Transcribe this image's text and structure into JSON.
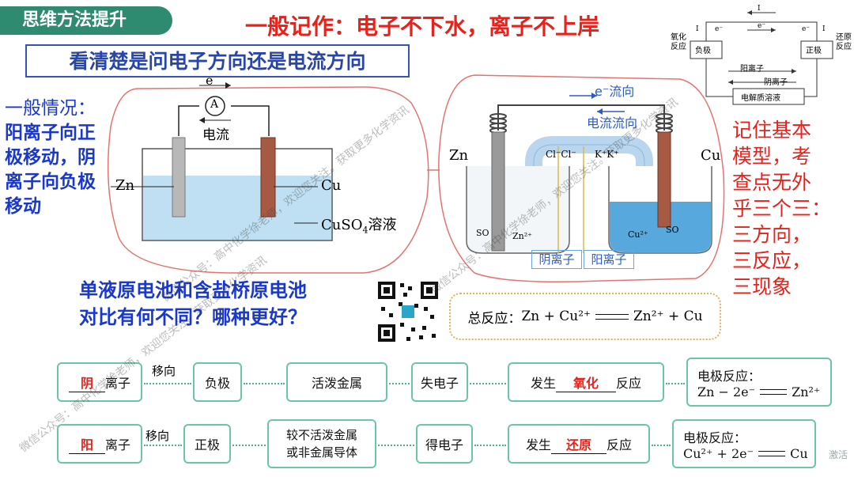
{
  "header": {
    "section_title": "思维方法提升",
    "main_title": "一般记作：电子不下水，离子不上岸"
  },
  "subtitle": "看清楚是问电子方向还是电流方向",
  "left_note": {
    "lines": [
      "一般情况：",
      "阳离子向正",
      "极移动，阴",
      "离子向负极",
      "移动"
    ]
  },
  "cell1": {
    "electron": "e",
    "ammeter": "A",
    "current": "电流",
    "zn": "Zn",
    "cu": "Cu",
    "solution": "CuSO",
    "solution_sub": "4",
    "solution_tail": "溶液"
  },
  "cell2": {
    "electron_flow": "e⁻流向",
    "current_flow": "电流流向",
    "zn": "Zn",
    "cu": "Cu",
    "salt_left": "Cl⁻Cl⁻",
    "salt_right": "K⁺K⁺",
    "so4_left": "SO",
    "zn2": "Zn²⁺",
    "cu2": "Cu²⁺",
    "so4_right": "SO",
    "anion": "阴离子",
    "cation": "阳离子"
  },
  "schematic": {
    "i_top": "I",
    "e_top": "e⁻",
    "left_side": [
      "氧化",
      "反应"
    ],
    "right_side": [
      "还原",
      "反应"
    ],
    "neg": "负极",
    "pos": "正极",
    "i_left": "I",
    "e_left": "e⁻",
    "e_right": "e⁻",
    "i_right": "I",
    "cation": "阳离子",
    "anion": "阴离子",
    "electrolyte": "电解质溶液"
  },
  "right_note": {
    "lines": [
      "记住基本",
      "模型，考",
      "查点无外",
      "乎三个三：",
      "三方向，",
      "三反应，",
      "三现象"
    ]
  },
  "question": {
    "lines": [
      "单液原电池和含盐桥原电池",
      "对比有何不同？哪种更好？"
    ]
  },
  "total_reaction": {
    "label": "总反应：",
    "lhs": "Zn + Cu²⁺",
    "rhs": "Zn²⁺ + Cu"
  },
  "row1": {
    "ion_fill": "阴",
    "ion_label": "离子",
    "arrow_label": "移向",
    "electrode": "负极",
    "metal": "活泼金属",
    "electron": "失电子",
    "reaction_prefix": "发生",
    "reaction_fill": "氧化",
    "reaction_suffix": "反应",
    "eq_title": "电极反应：",
    "eq_lhs": "Zn − 2e⁻",
    "eq_rhs": "Zn²⁺"
  },
  "row2": {
    "ion_fill": "阳",
    "ion_label": "离子",
    "arrow_label": "移向",
    "electrode": "正极",
    "metal_l1": "较不活泼金属",
    "metal_l2": "或非金属导体",
    "electron": "得电子",
    "reaction_prefix": "发生",
    "reaction_fill": "还原",
    "reaction_suffix": "反应",
    "eq_title": "电极反应：",
    "eq_lhs": "Cu²⁺ + 2e⁻",
    "eq_rhs": "Cu"
  },
  "watermark": "微信公众号：高中化学徐老师，欢迎您关注。获取更多化学资讯",
  "corner_logo": "激活"
}
